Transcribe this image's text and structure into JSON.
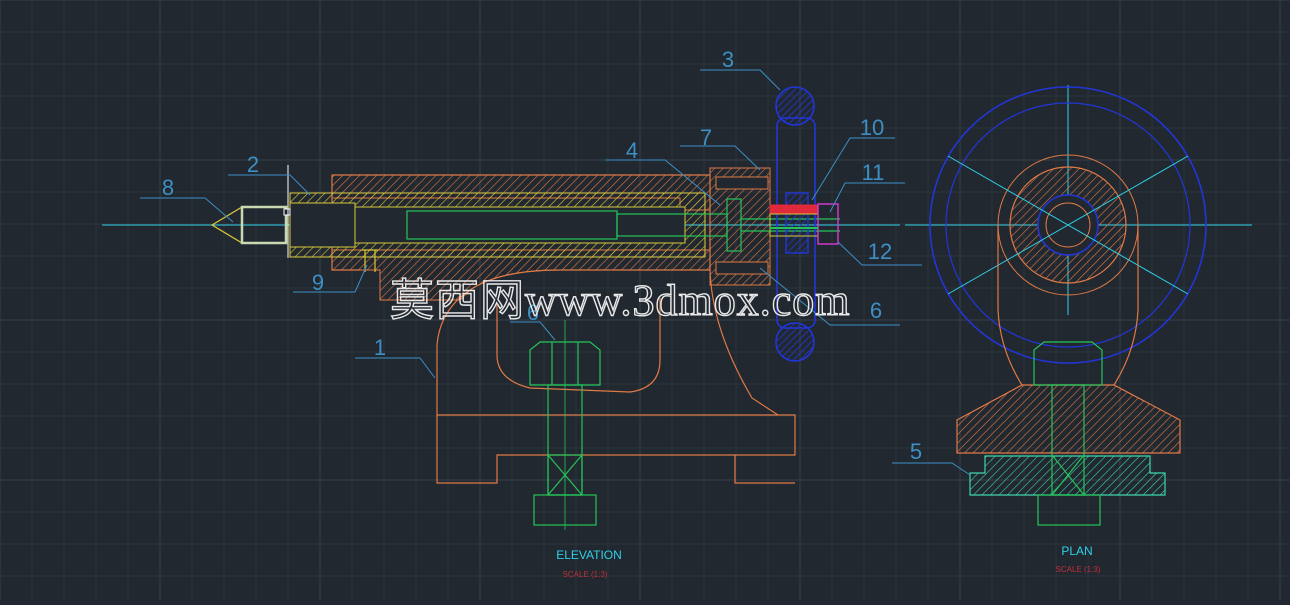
{
  "colors": {
    "background": "#212830",
    "grid_minor": "#2b333c",
    "grid_major": "#36404b",
    "centerline": "#2fd0e8",
    "body_orange": "#e07a45",
    "tailstock_yellow": "#d8c73a",
    "green": "#25c45a",
    "handwheel_blue": "#2236d8",
    "leader_line": "#3d8fc4",
    "label_text": "#3d8fc4",
    "red": "#e02a3b",
    "magenta": "#d83ad8",
    "base_teal": "#3fd6a8",
    "title_cyan": "#2fd0e8",
    "scale_red": "#c0303a",
    "watermark": "#e8e8e8"
  },
  "part_labels": [
    "1",
    "2",
    "3",
    "4",
    "5",
    "6",
    "7",
    "8",
    "9",
    "10",
    "11",
    "12",
    "6"
  ],
  "views": {
    "elevation": {
      "title": "ELEVATION",
      "scale": "SCALE (1:3)"
    },
    "plan": {
      "title": "PLAN",
      "scale": "SCALE (1:3)"
    }
  },
  "watermark": "莫西网www.3dmox.com"
}
